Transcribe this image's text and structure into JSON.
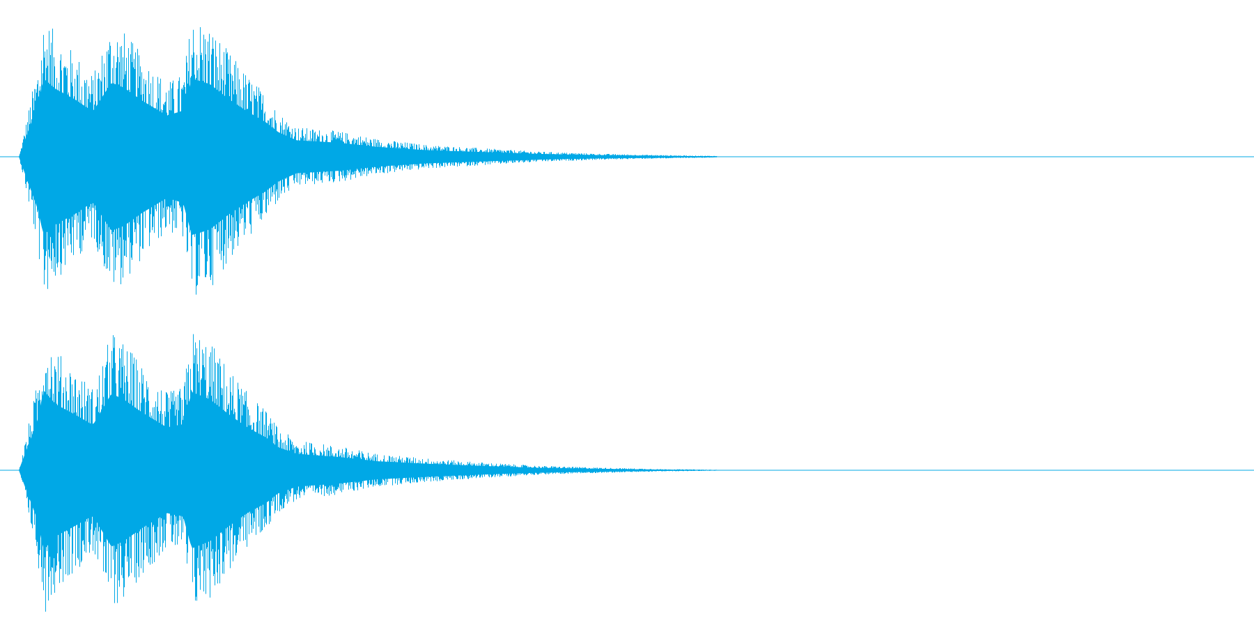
{
  "chart_data": {
    "type": "area",
    "title": "",
    "xlabel": "",
    "ylabel": "",
    "grid": false,
    "legend": "none",
    "color": "#00a8e6",
    "xlim": [
      0,
      1
    ],
    "ylim": [
      -1,
      1
    ],
    "series": [
      {
        "channel": 1,
        "envelope": [
          [
            0.0,
            0.0
          ],
          [
            0.015,
            0.62
          ],
          [
            0.02,
            0.95
          ],
          [
            0.03,
            0.82
          ],
          [
            0.045,
            0.7
          ],
          [
            0.06,
            0.55
          ],
          [
            0.075,
            0.9
          ],
          [
            0.085,
            0.84
          ],
          [
            0.1,
            0.68
          ],
          [
            0.12,
            0.5
          ],
          [
            0.133,
            0.56
          ],
          [
            0.14,
            0.95
          ],
          [
            0.155,
            0.88
          ],
          [
            0.17,
            0.7
          ],
          [
            0.185,
            0.55
          ],
          [
            0.2,
            0.42
          ],
          [
            0.21,
            0.3
          ],
          [
            0.225,
            0.2
          ],
          [
            0.26,
            0.17
          ],
          [
            0.29,
            0.12
          ],
          [
            0.33,
            0.08
          ],
          [
            0.37,
            0.06
          ],
          [
            0.42,
            0.035
          ],
          [
            0.47,
            0.02
          ],
          [
            0.53,
            0.01
          ],
          [
            0.57,
            0.005
          ],
          [
            0.6,
            0.0
          ],
          [
            1.0,
            0.0
          ]
        ]
      },
      {
        "channel": 2,
        "envelope": [
          [
            0.0,
            0.0
          ],
          [
            0.015,
            0.6
          ],
          [
            0.02,
            0.97
          ],
          [
            0.03,
            0.8
          ],
          [
            0.045,
            0.68
          ],
          [
            0.06,
            0.55
          ],
          [
            0.075,
            0.93
          ],
          [
            0.085,
            0.86
          ],
          [
            0.1,
            0.7
          ],
          [
            0.12,
            0.52
          ],
          [
            0.133,
            0.56
          ],
          [
            0.14,
            0.95
          ],
          [
            0.155,
            0.86
          ],
          [
            0.17,
            0.68
          ],
          [
            0.185,
            0.52
          ],
          [
            0.2,
            0.4
          ],
          [
            0.21,
            0.28
          ],
          [
            0.225,
            0.2
          ],
          [
            0.26,
            0.16
          ],
          [
            0.29,
            0.11
          ],
          [
            0.33,
            0.08
          ],
          [
            0.37,
            0.055
          ],
          [
            0.42,
            0.03
          ],
          [
            0.47,
            0.018
          ],
          [
            0.52,
            0.008
          ],
          [
            0.56,
            0.004
          ],
          [
            0.58,
            0.0
          ],
          [
            1.0,
            0.0
          ]
        ]
      }
    ]
  }
}
